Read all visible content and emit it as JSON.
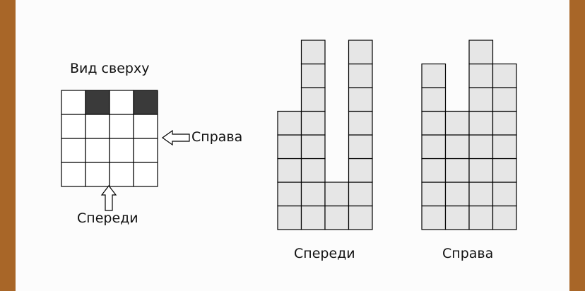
{
  "labels": {
    "top_view": "Вид сверху",
    "right_arrow_label": "Справа",
    "front_arrow_label": "Спереди",
    "front_view_caption": "Спереди",
    "right_view_caption": "Справа"
  },
  "top_view": {
    "rows": 4,
    "cols": 4,
    "filled_cells": [
      [
        0,
        1
      ],
      [
        0,
        3
      ]
    ]
  },
  "front_view": {
    "column_heights": [
      5,
      8,
      2,
      8
    ]
  },
  "right_view": {
    "column_heights": [
      7,
      5,
      8,
      7
    ]
  },
  "colors": {
    "frame": "#a86628",
    "page": "#fcfcfc",
    "filled_cell": "#3a3a3a",
    "block_fill": "#e6e6e6",
    "line": "#000000"
  }
}
